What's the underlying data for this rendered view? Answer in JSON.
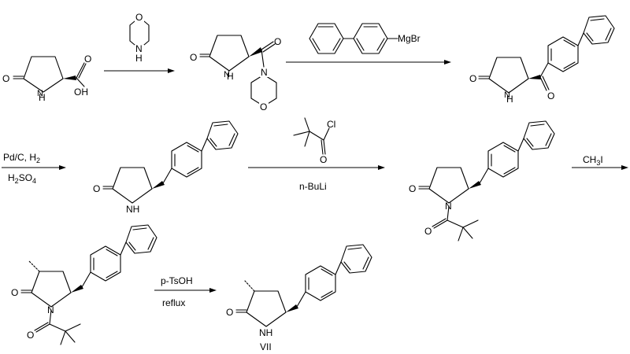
{
  "reagents": {
    "step2": {
      "above": "MgBr"
    },
    "step3": {
      "above_line1": "Pd/C, H",
      "above_line1_sub": "2",
      "below_line1": "H",
      "below_sub1": "2",
      "below_line2": "SO",
      "below_sub2": "4"
    },
    "step4": {
      "above": "Cl",
      "below": "n-BuLi"
    },
    "step5": {
      "above": "CH",
      "above_sub": "3",
      "above_tail": "I"
    },
    "step6": {
      "above": "p-TsOH",
      "below": "reflux"
    }
  },
  "atoms": {
    "O": "O",
    "N": "N",
    "NH": "NH",
    "H": "H",
    "OH": "OH"
  },
  "product_label": "VII"
}
